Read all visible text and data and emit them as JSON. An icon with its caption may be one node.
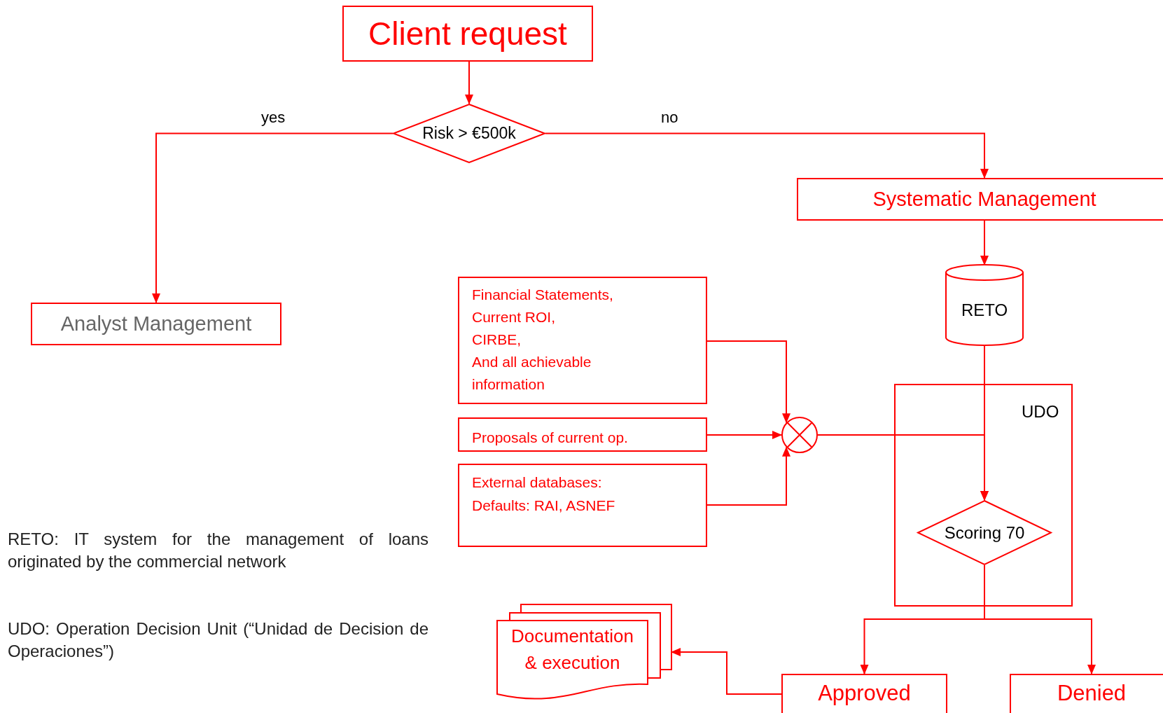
{
  "diagram": {
    "nodes": [
      {
        "text": [
          "Client request"
        ]
      },
      {
        "text": [
          "Risk > €500k"
        ]
      },
      {
        "text": [
          "Systematic Management"
        ]
      },
      {
        "text": [
          "Analyst Management"
        ]
      },
      {
        "text": [
          "RETO"
        ]
      },
      {
        "text": [
          "Financial Statements,",
          "Current ROI,",
          "CIRBE,",
          "And all achievable information"
        ]
      },
      {
        "text": [
          "UDO"
        ]
      },
      {
        "text": [
          "Proposals of current op."
        ]
      },
      {
        "text": [],
        "shape": "circle"
      },
      {
        "text": [
          "External databases:",
          "Defaults: RAI, ASNEF"
        ]
      },
      {
        "text": [
          "Scoring 70"
        ],
        "in": 6
      },
      {
        "text": [
          "Documentation",
          "& execution"
        ]
      },
      {
        "text": [
          "Approved"
        ]
      },
      {
        "text": [
          "Denied"
        ]
      }
    ],
    "edges": [
      {
        "from": 0,
        "to": 1,
        "arrow": "to"
      },
      {
        "from": 1,
        "to": 3,
        "arrow": "to",
        "label": "yes"
      },
      {
        "from": 1,
        "to": 2,
        "arrow": "to",
        "label": "no"
      },
      {
        "from": 2,
        "to": 4,
        "arrow": "to"
      },
      {
        "from": 4,
        "to": 10,
        "arrow": "to"
      },
      {
        "from": 5,
        "to": 8,
        "arrow": "to"
      },
      {
        "from": 7,
        "to": 8,
        "arrow": "to"
      },
      {
        "from": 9,
        "to": 8,
        "arrow": "to"
      },
      {
        "from": 8,
        "to": 10,
        "arrow": "to"
      },
      {
        "from": 10,
        "to": 12,
        "arrow": "to"
      },
      {
        "from": 10,
        "to": 13,
        "arrow": "to"
      },
      {
        "from": 12,
        "to": 11,
        "arrow": "to"
      }
    ],
    "labels": [
      "RETO: IT system for the management of loans originated by the commercial network",
      "UDO: Operation Decision Unit (“Unidad de Decision de Operaciones”)"
    ]
  }
}
